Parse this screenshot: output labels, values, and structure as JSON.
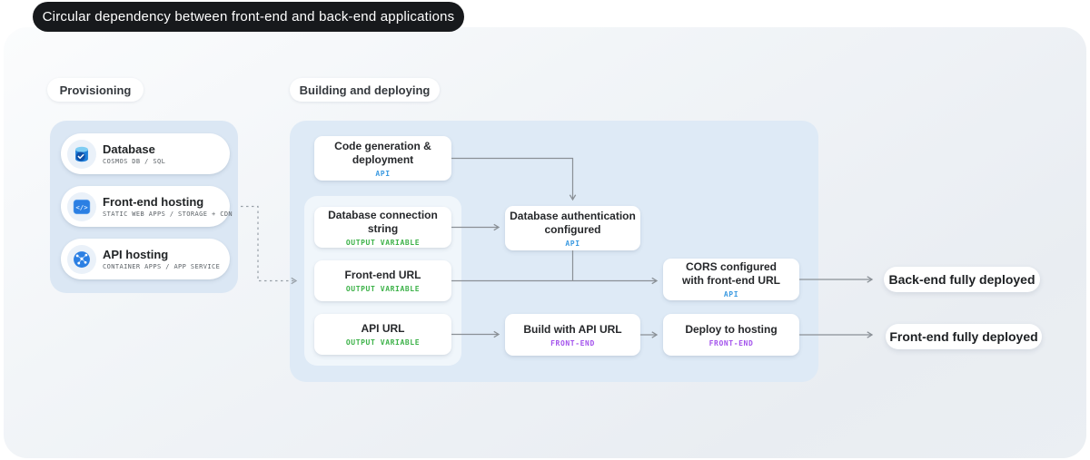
{
  "header": {
    "title": "Circular dependency between front-end and back-end applications"
  },
  "sections": {
    "provisioning_label": "Provisioning",
    "building_label": "Building and deploying"
  },
  "provisioning": {
    "cards": [
      {
        "icon": "database-icon",
        "title": "Database",
        "subtitle": "COSMOS DB / SQL"
      },
      {
        "icon": "code-window-icon",
        "title": "Front-end hosting",
        "subtitle": "STATIC WEB APPS / STORAGE + CDN"
      },
      {
        "icon": "globe-network-icon",
        "title": "API hosting",
        "subtitle": "CONTAINER APPS / APP SERVICE"
      }
    ]
  },
  "flow": {
    "code_generation": {
      "title": "Code generation & deployment",
      "tag": "API"
    },
    "db_connection_string": {
      "title": "Database connection string",
      "tag": "OUTPUT VARIABLE"
    },
    "frontend_url": {
      "title": "Front-end URL",
      "tag": "OUTPUT VARIABLE"
    },
    "api_url": {
      "title": "API URL",
      "tag": "OUTPUT VARIABLE"
    },
    "db_auth": {
      "title": "Database authentication configured",
      "tag": "API"
    },
    "cors": {
      "title": "CORS configured with front-end URL",
      "tag": "API"
    },
    "build": {
      "title": "Build with API URL",
      "tag": "FRONT-END"
    },
    "deploy": {
      "title": "Deploy to hosting",
      "tag": "FRONT-END"
    }
  },
  "results": {
    "backend": "Back-end fully deployed",
    "frontend": "Front-end fully deployed"
  },
  "colors": {
    "tag_api": "#3b9ae1",
    "tag_output_variable": "#3db249",
    "tag_front_end": "#a352ec",
    "arrow_gray": "#8a9096",
    "panel_blue_left": "#dbe7f4",
    "panel_blue_right": "#deeaf6",
    "header_pill_black": "#17191c",
    "icon_blue": "#2b7fe3"
  }
}
